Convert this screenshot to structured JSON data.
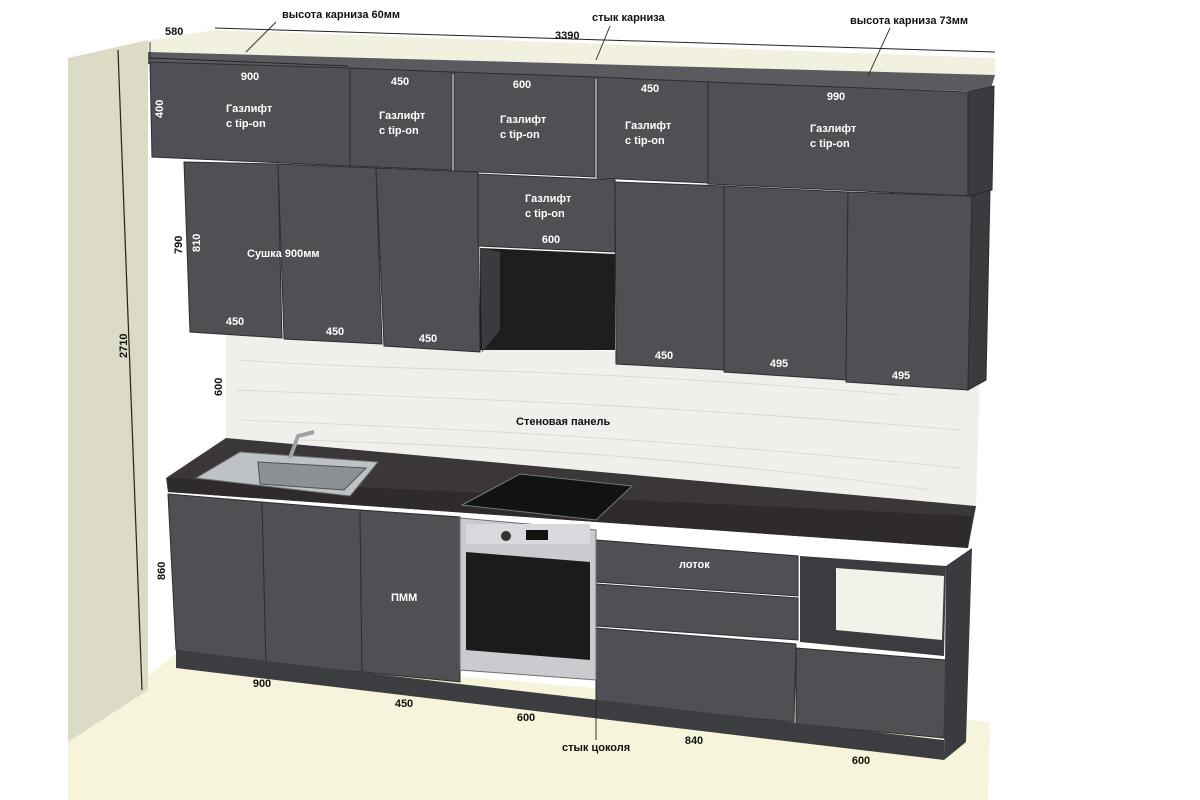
{
  "colors": {
    "wall": "#dcdbc6",
    "floor": "#f6f5dc",
    "cabinet": "#4f5054",
    "cabinet_side": "#3a3b3e",
    "countertop": "#3b3638",
    "backsplash": "#f1efec",
    "cornice": "#5a5b5f",
    "label_dark": "#111111",
    "label_light": "#ffffff"
  },
  "annotations": {
    "cornice_height_60": "высота карниза 60мм",
    "cornice_joint": "стык карниза",
    "cornice_height_73": "высота карниза 73мм",
    "plinth_joint": "стык цоколя",
    "wall_panel": "Стеновая панель",
    "dryer": "Сушка 900мм",
    "dishwasher": "ПММ",
    "tray": "лоток"
  },
  "gaslift": {
    "line1": "Газлифт",
    "line2": "c tip-on"
  },
  "dimensions": {
    "depth_580": "580",
    "total_width": "3390",
    "top_900": "900",
    "top_450_a": "450",
    "top_600": "600",
    "top_450_b": "450",
    "top_990": "990",
    "top_height": "400",
    "mid_height_790": "790",
    "mid_height_810": "810",
    "mid_450_a": "450",
    "mid_450_b": "450",
    "mid_450_c": "450",
    "hood_600": "600",
    "mid_450_d": "450",
    "mid_495_a": "495",
    "mid_495_b": "495",
    "wall_height": "2710",
    "splash_height": "600",
    "base_height": "860",
    "base_900": "900",
    "base_450": "450",
    "base_600": "600",
    "base_840": "840",
    "base_600_end": "600"
  }
}
